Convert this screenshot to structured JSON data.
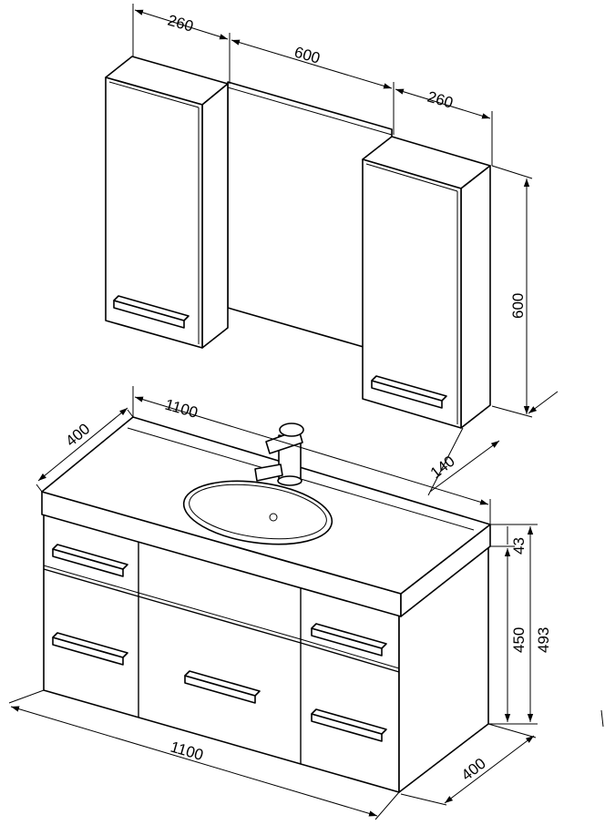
{
  "dimensions": {
    "mirror_cabinet_left_width": "260",
    "mirror_width": "600",
    "mirror_cabinet_right_width": "260",
    "mirror_cabinet_height": "600",
    "mirror_cabinet_depth": "140",
    "vanity_top_width": "1100",
    "vanity_top_depth": "400",
    "worktop_thickness": "43",
    "cabinet_body_height": "450",
    "total_vanity_height": "493",
    "vanity_base_width": "1100",
    "vanity_base_depth": "400"
  },
  "colors": {
    "line": "#000000",
    "background": "#ffffff"
  }
}
